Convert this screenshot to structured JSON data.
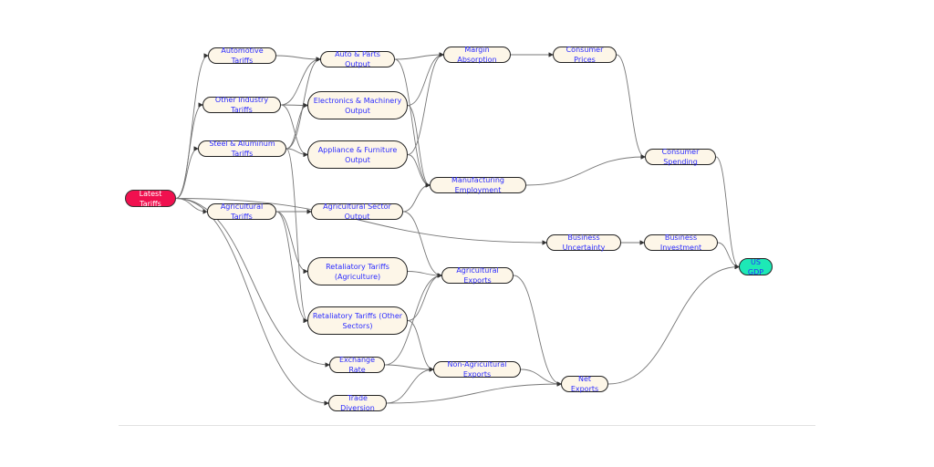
{
  "nodes": {
    "latest": "Latest Tariffs",
    "auto_tariffs": "Automotive Tariffs",
    "other_tariffs": "Other Industry Tariffs",
    "steel_tariffs": "Steel & Aluminum Tariffs",
    "ag_tariffs": "Agricultural Tariffs",
    "auto_output": "Auto & Parts Output",
    "elec_output": "Electronics & Machinery Output",
    "appl_output": "Appliance & Furniture Output",
    "ag_output": "Agricultural Sector Output",
    "ret_ag": "Retaliatory Tariffs (Agriculture)",
    "ret_other": "Retaliatory Tariffs (Other Sectors)",
    "exchange": "Exchange Rate",
    "trade_div": "Trade Diversion",
    "margin": "Margin Absorption",
    "mfg_emp": "Manufacturing Employment",
    "ag_exports": "Agricultural Exports",
    "nonag_exports": "Non-Agricultural Exports",
    "cons_prices": "Consumer Prices",
    "bus_unc": "Business Uncertainty",
    "net_exports": "Net Exports",
    "cons_spend": "Consumer Spending",
    "bus_inv": "Business Investment",
    "gdp": "US GDP"
  },
  "edges": [
    [
      "latest",
      "auto_tariffs"
    ],
    [
      "latest",
      "other_tariffs"
    ],
    [
      "latest",
      "steel_tariffs"
    ],
    [
      "latest",
      "ag_tariffs"
    ],
    [
      "latest",
      "bus_unc"
    ],
    [
      "latest",
      "exchange"
    ],
    [
      "latest",
      "trade_div"
    ],
    [
      "auto_tariffs",
      "auto_output"
    ],
    [
      "steel_tariffs",
      "auto_output"
    ],
    [
      "steel_tariffs",
      "appl_output"
    ],
    [
      "steel_tariffs",
      "elec_output"
    ],
    [
      "other_tariffs",
      "elec_output"
    ],
    [
      "other_tariffs",
      "appl_output"
    ],
    [
      "other_tariffs",
      "auto_output"
    ],
    [
      "ag_tariffs",
      "ag_output"
    ],
    [
      "ag_tariffs",
      "ret_ag"
    ],
    [
      "steel_tariffs",
      "ret_other"
    ],
    [
      "ag_tariffs",
      "ret_other"
    ],
    [
      "auto_output",
      "margin"
    ],
    [
      "auto_output",
      "mfg_emp"
    ],
    [
      "elec_output",
      "margin"
    ],
    [
      "elec_output",
      "mfg_emp"
    ],
    [
      "appl_output",
      "margin"
    ],
    [
      "appl_output",
      "mfg_emp"
    ],
    [
      "ag_output",
      "mfg_emp"
    ],
    [
      "ag_output",
      "ag_exports"
    ],
    [
      "ret_ag",
      "ag_exports"
    ],
    [
      "ret_other",
      "ag_exports"
    ],
    [
      "ret_other",
      "nonag_exports"
    ],
    [
      "exchange",
      "nonag_exports"
    ],
    [
      "exchange",
      "ag_exports"
    ],
    [
      "trade_div",
      "nonag_exports"
    ],
    [
      "trade_div",
      "net_exports"
    ],
    [
      "margin",
      "cons_prices"
    ],
    [
      "cons_prices",
      "cons_spend"
    ],
    [
      "mfg_emp",
      "cons_spend"
    ],
    [
      "ag_exports",
      "net_exports"
    ],
    [
      "nonag_exports",
      "net_exports"
    ],
    [
      "bus_unc",
      "bus_inv"
    ],
    [
      "bus_inv",
      "gdp"
    ],
    [
      "cons_spend",
      "gdp"
    ],
    [
      "net_exports",
      "gdp"
    ]
  ],
  "colors": {
    "root": "#f0104f",
    "gdp": "#1de9b6",
    "node_fill": "#fdf6e8",
    "label": "#2b2bff",
    "edge": "#777777"
  }
}
